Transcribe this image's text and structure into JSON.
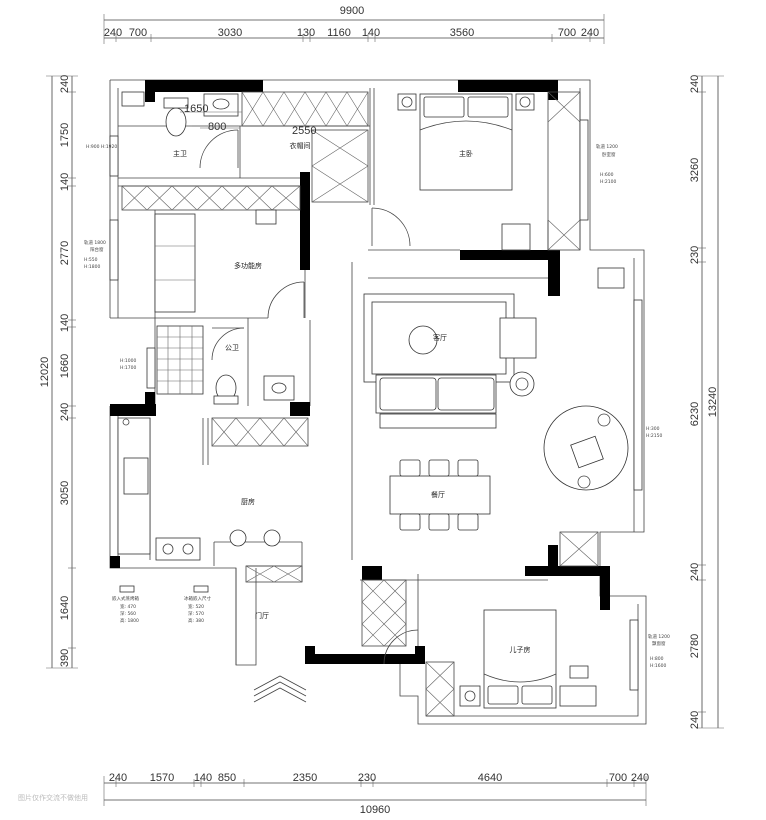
{
  "dimensions": {
    "top_total": "9900",
    "top_segments": [
      "240",
      "700",
      "3030",
      "130",
      "1160",
      "140",
      "3560",
      "700",
      "240"
    ],
    "bottom_total": "10960",
    "bottom_segments": [
      "240",
      "1570",
      "140",
      "850",
      "2350",
      "230",
      "4640",
      "700",
      "240"
    ],
    "left_total": "12020",
    "left_segments": [
      "240",
      "1750",
      "140",
      "2770",
      "140",
      "1660",
      "240",
      "3050",
      "1640",
      "390"
    ],
    "right_total": "13240",
    "right_segments": [
      "240",
      "3260",
      "230",
      "6230",
      "240",
      "2780",
      "240"
    ],
    "inner_1650": "1650",
    "inner_800": "800",
    "inner_2550": "2550"
  },
  "rooms": {
    "master_bath": "主卫",
    "closet": "衣帽间",
    "master_bedroom": "主卧",
    "multi_room": "多功能房",
    "living_room": "客厅",
    "public_bath": "公卫",
    "kitchen": "厨房",
    "dining": "餐厅",
    "foyer": "门厅",
    "child_room": "儿子房"
  },
  "notes": {
    "win_bath": "H:900\nH:1920",
    "win_master_a": "轨道 1200",
    "win_master_b": "卧室窗",
    "win_master_c": "H:600",
    "win_master_d": "H:2100",
    "win_multi_a": "轨道 1800",
    "win_multi_b": "阳台窗",
    "win_multi_c": "H:550",
    "win_multi_d": "H:1800",
    "win_pub_a": "H:1000",
    "win_pub_b": "H:1700",
    "win_living_a": "H:300",
    "win_living_b": "H:2150",
    "win_child_a": "轨道 1200",
    "win_child_b": "飘窗窗",
    "win_child_c": "H:800",
    "win_child_d": "H:1600",
    "appl_1_title": "嵌入式蒸烤箱",
    "appl_1_a": "宽: 470",
    "appl_1_b": "深: 560",
    "appl_1_c": "高: 1800",
    "appl_2_title": "冰箱嵌入尺寸",
    "appl_2_a": "宽: 520",
    "appl_2_b": "深: 570",
    "appl_2_c": "高: 380"
  },
  "watermark": "图片仅作交流不做他用"
}
